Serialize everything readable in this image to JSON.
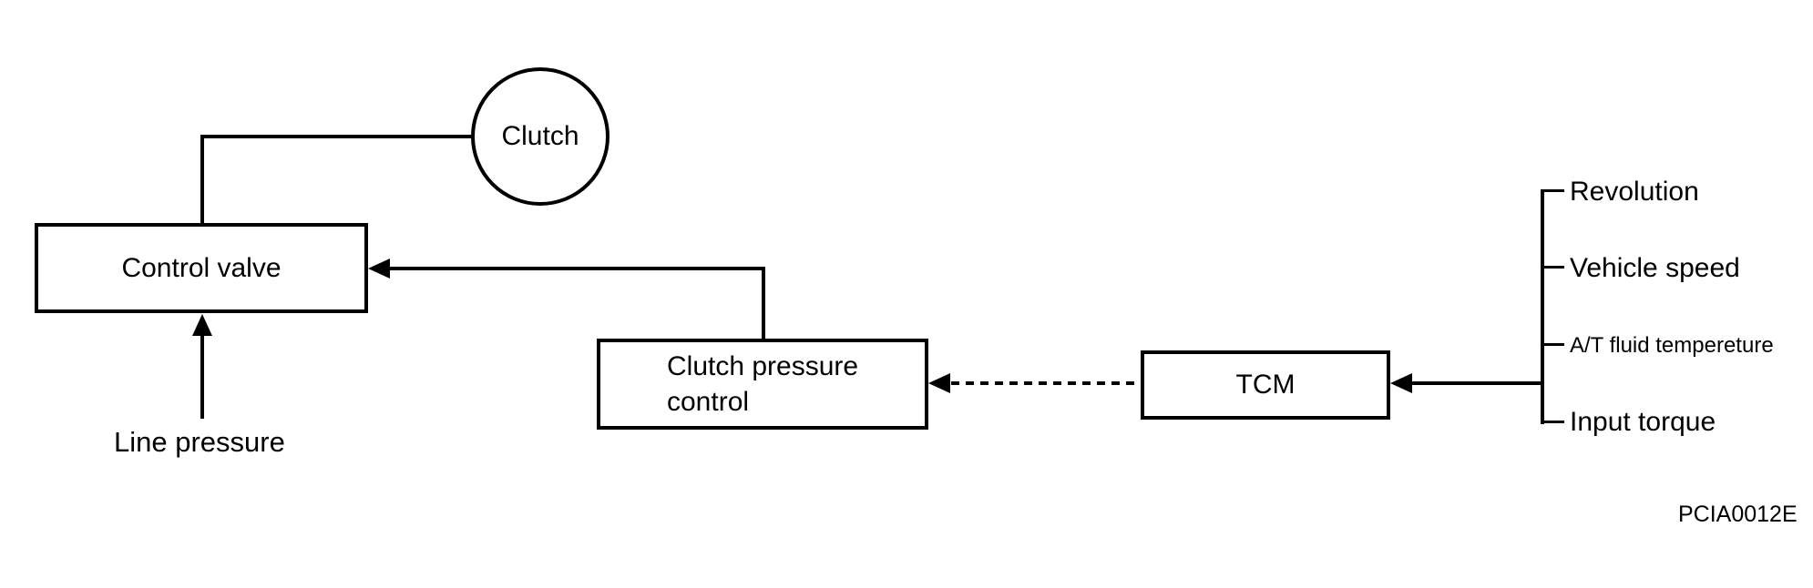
{
  "diagram": {
    "nodes": {
      "clutch": {
        "label": "Clutch",
        "shape": "circle"
      },
      "control_valve": {
        "label": "Control valve",
        "shape": "rect"
      },
      "clutch_pressure_control": {
        "label": "Clutch pressure control",
        "shape": "rect"
      },
      "tcm": {
        "label": "TCM",
        "shape": "rect"
      }
    },
    "labels": {
      "line_pressure": "Line pressure",
      "figure_code": "PCIA0012E"
    },
    "inputs": [
      "Revolution",
      "Vehicle speed",
      "A/T fluid tempereture",
      "Input torque"
    ],
    "connections": [
      "Clutch — Control valve (plain elbow line)",
      "Line pressure → Control valve (solid arrow up)",
      "Clutch pressure control → Control valve (solid elbow arrow)",
      "TCM → Clutch pressure control (dashed arrow)",
      "Inputs bracket → TCM (solid arrow)"
    ],
    "colors": {
      "stroke": "#000000",
      "background": "#ffffff"
    }
  }
}
